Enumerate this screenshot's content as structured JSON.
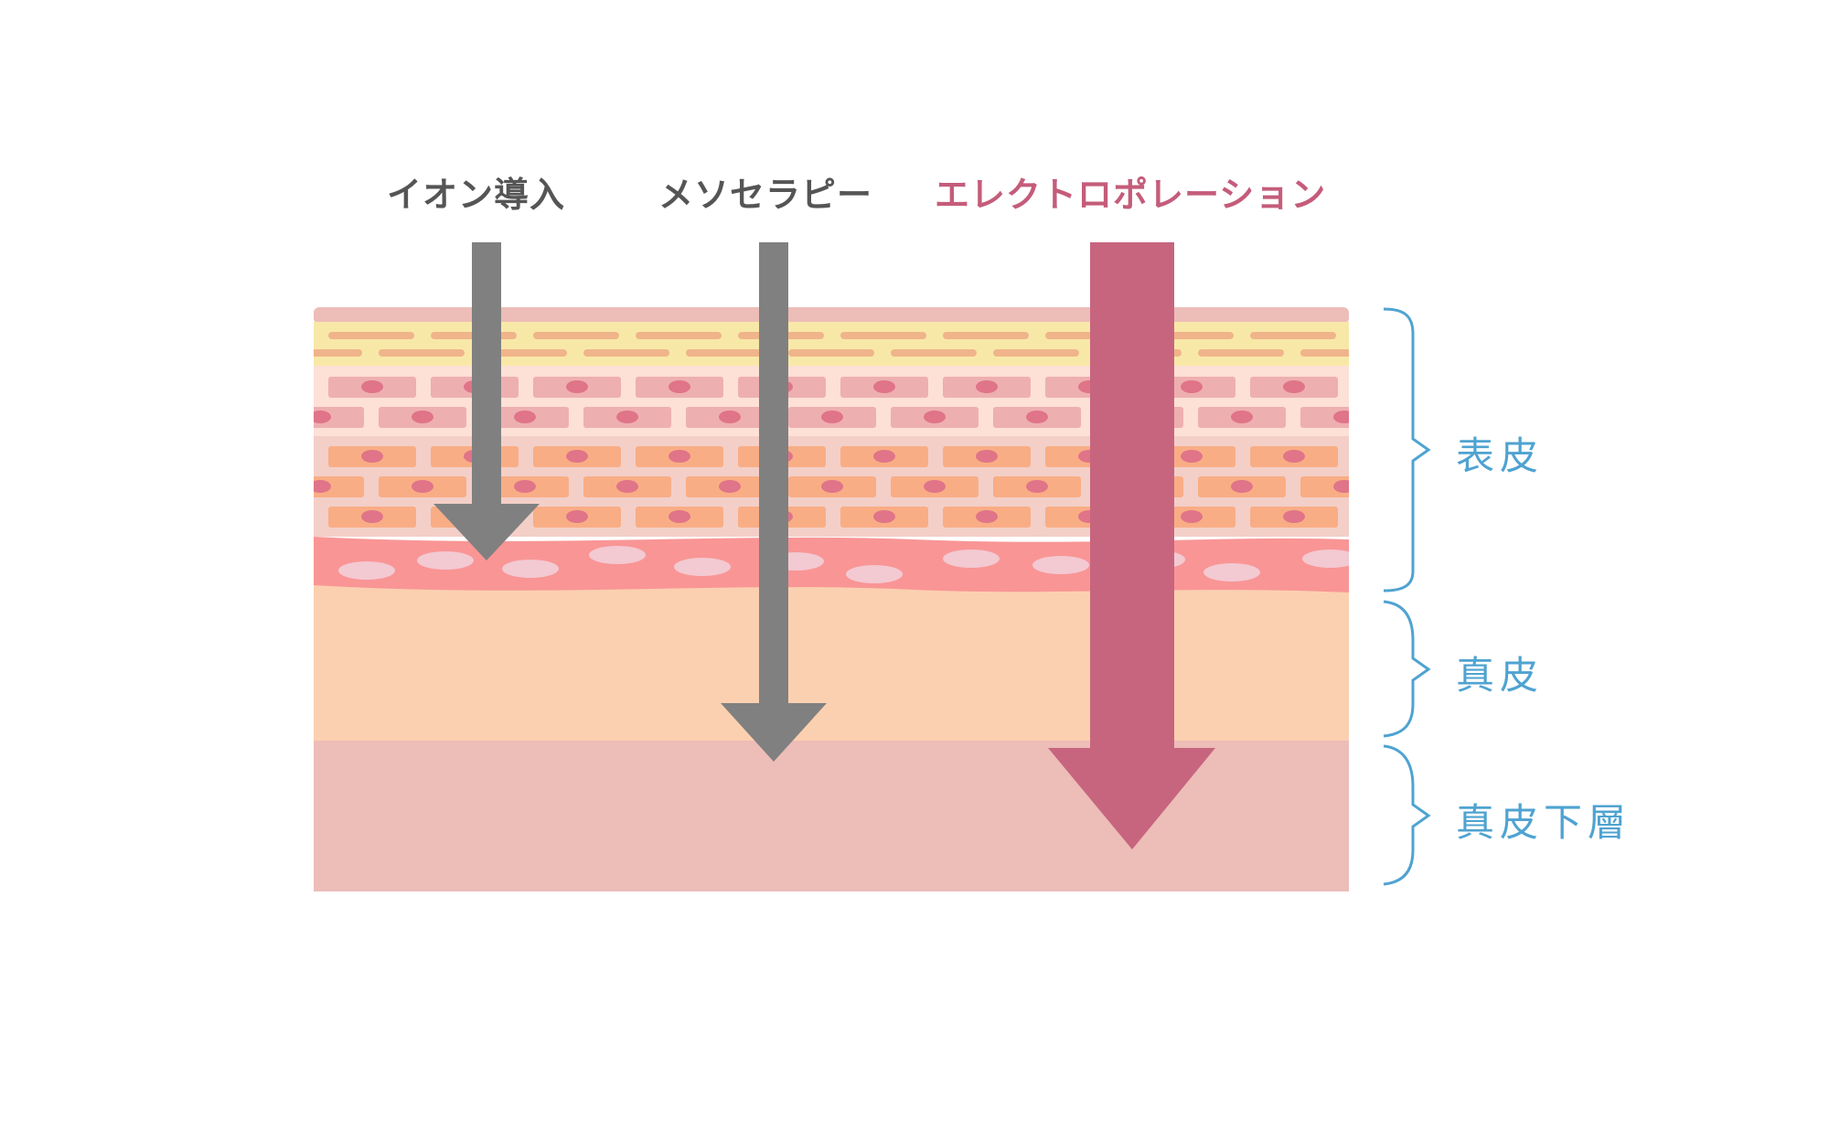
{
  "methods": [
    {
      "label": "イオン導入",
      "color": "#555555"
    },
    {
      "label": "メソセラピー",
      "color": "#555555"
    },
    {
      "label": "エレクトロポレーション",
      "color": "#c45c7a"
    }
  ],
  "layers": [
    {
      "label": "表皮"
    },
    {
      "label": "真皮"
    },
    {
      "label": "真皮下層"
    }
  ],
  "colors": {
    "gray_arrow": "#808080",
    "highlight_arrow": "#c7657f",
    "brace": "#4fa3d1",
    "dermis": "#fbd0b0",
    "hypodermis": "#edbdb8"
  }
}
